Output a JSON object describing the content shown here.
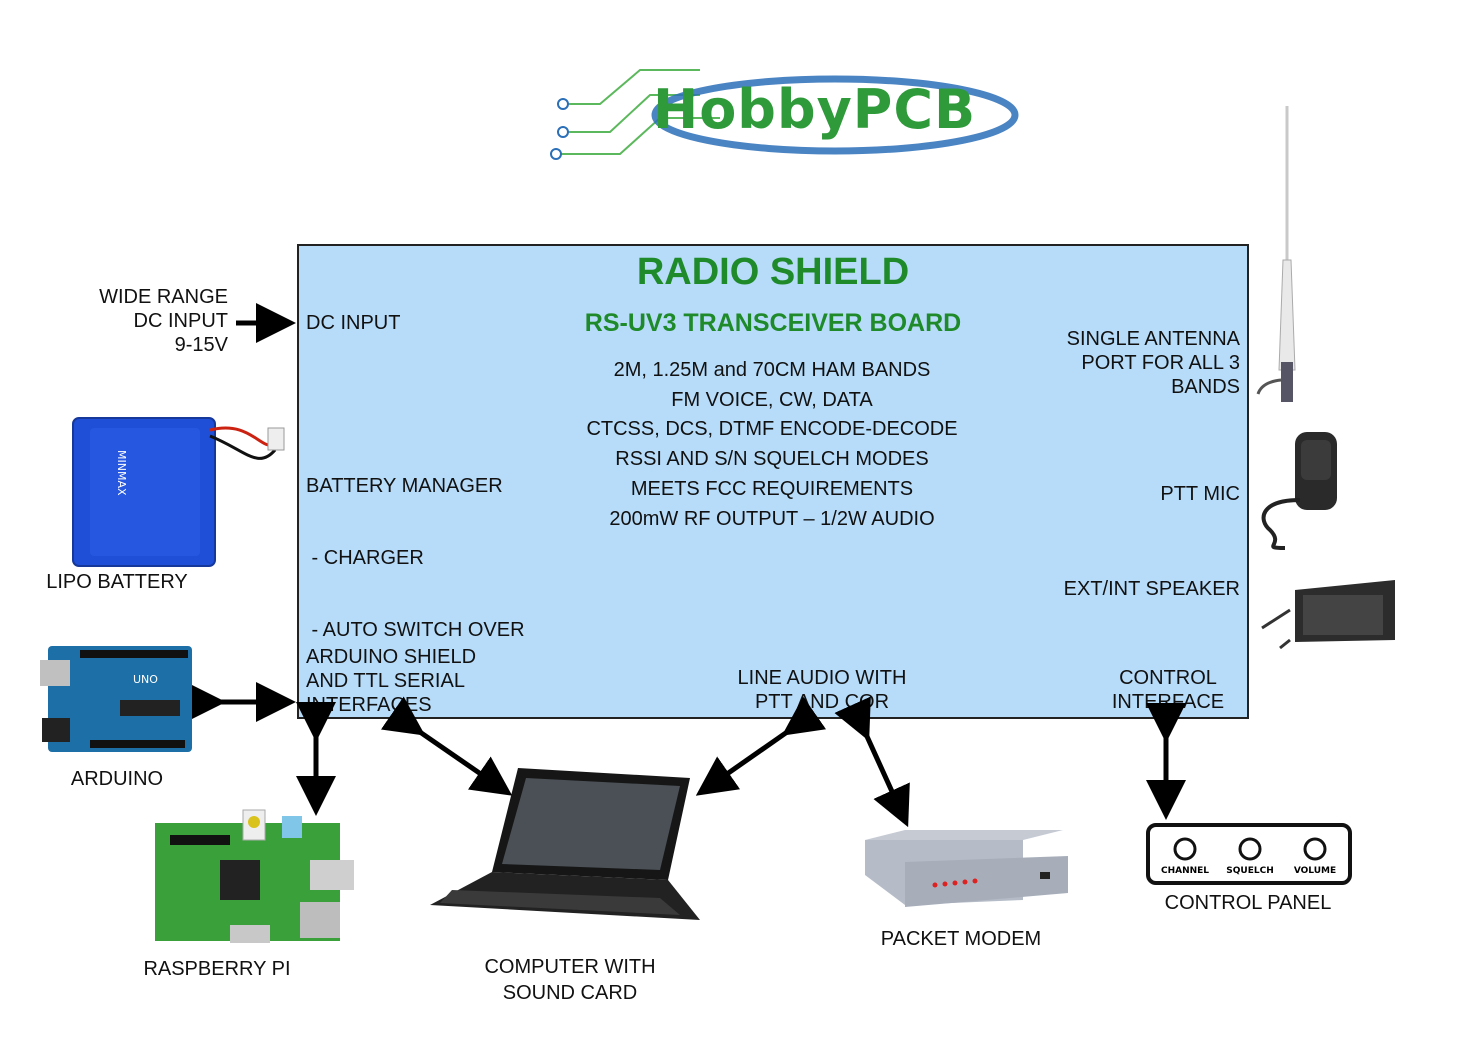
{
  "logo": {
    "text": "HobbyPCB"
  },
  "shield": {
    "title": "RADIO SHIELD",
    "subtitle": "RS-UV3 TRANSCEIVER BOARD",
    "features": [
      "2M, 1.25M and 70CM HAM BANDS",
      "FM VOICE, CW, DATA",
      "CTCSS, DCS, DTMF ENCODE-DECODE",
      "RSSI AND S/N SQUELCH MODES",
      "MEETS FCC REQUIREMENTS",
      "200mW RF OUTPUT – 1/2W AUDIO"
    ],
    "dc_input": "DC INPUT",
    "battery_manager": [
      "BATTERY MANAGER",
      " - CHARGER",
      " - AUTO SWITCH OVER"
    ],
    "arduino_shield": [
      "ARDUINO SHIELD",
      "AND TTL SERIAL",
      "INTERFACES"
    ],
    "line_audio": [
      "LINE AUDIO WITH",
      "PTT AND COR"
    ],
    "control_interface": [
      "CONTROL",
      "INTERFACE"
    ],
    "antenna_port": [
      "SINGLE ANTENNA",
      "PORT FOR ALL 3",
      "BANDS"
    ],
    "ptt_mic": "PTT MIC",
    "speaker": "EXT/INT SPEAKER"
  },
  "external": {
    "wide_range": [
      "WIDE RANGE",
      "DC INPUT",
      "9-15V"
    ],
    "lipo_battery": "LIPO BATTERY",
    "arduino": "ARDUINO",
    "raspberry_pi": "RASPBERRY PI",
    "computer": [
      "COMPUTER WITH",
      "SOUND CARD"
    ],
    "packet_modem": "PACKET MODEM",
    "control_panel": "CONTROL PANEL",
    "control_panel_knobs": [
      "CHANNEL",
      "SQUELCH",
      "VOLUME"
    ],
    "battery_brand": "MINMAX",
    "arduino_brand": "UNO"
  },
  "colors": {
    "shield_fill": "#b7dcfa",
    "title_green": "#1f8a2a",
    "logo_green": "#2e9a3a",
    "logo_blue": "#2b6fb8"
  }
}
